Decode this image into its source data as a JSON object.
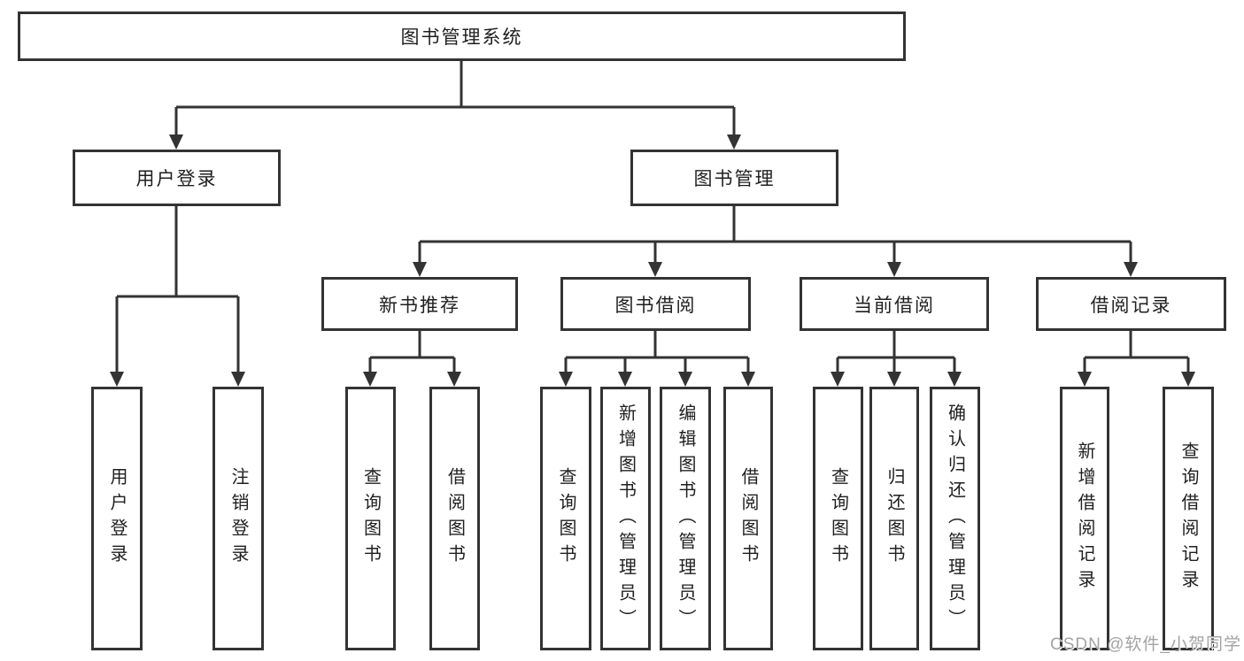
{
  "diagram": {
    "tree": {
      "label": "图书管理系统",
      "children": [
        {
          "label": "用户登录",
          "children": [
            {
              "label": "用户登录"
            },
            {
              "label": "注销登录"
            }
          ]
        },
        {
          "label": "图书管理",
          "children": [
            {
              "label": "新书推荐",
              "children": [
                {
                  "label": "查询图书"
                },
                {
                  "label": "借阅图书"
                }
              ]
            },
            {
              "label": "图书借阅",
              "children": [
                {
                  "label": "查询图书"
                },
                {
                  "label": "新增图书（管理员）"
                },
                {
                  "label": "编辑图书（管理员）"
                },
                {
                  "label": "借阅图书"
                }
              ]
            },
            {
              "label": "当前借阅",
              "children": [
                {
                  "label": "查询图书"
                },
                {
                  "label": "归还图书"
                },
                {
                  "label": "确认归还（管理员）"
                }
              ]
            },
            {
              "label": "借阅记录",
              "children": [
                {
                  "label": "新增借阅记录"
                },
                {
                  "label": "查询借阅记录"
                }
              ]
            }
          ]
        }
      ]
    }
  },
  "watermark": {
    "text": "CSDN @软件_小贺同学"
  },
  "colors": {
    "line": "#333333",
    "box_border": "#333333",
    "text": "#1f1f1f",
    "watermark": "#a3a3a3",
    "background": "#ffffff"
  }
}
